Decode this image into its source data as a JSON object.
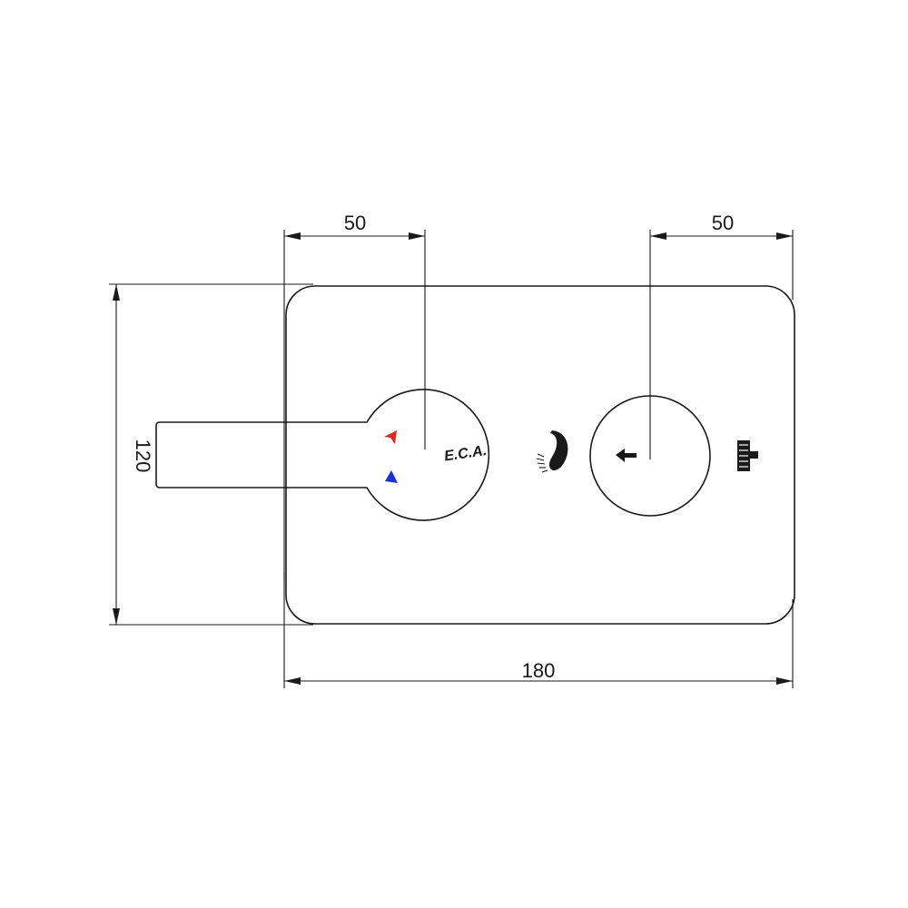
{
  "dimensions": {
    "top_left_offset": "50",
    "top_right_offset": "50",
    "height": "120",
    "width": "180"
  },
  "logo_text": "E.C.A.",
  "colors": {
    "line": "#1a1a1a",
    "hot_indicator": "#d62b1f",
    "cold_indicator": "#1f2fd6",
    "background": "#ffffff"
  },
  "icons": {
    "hot_marker": "red-triangle-icon",
    "cold_marker": "blue-triangle-icon",
    "shower_head": "hand-shower-icon",
    "diverter_arrow": "left-arrow-icon",
    "overhead_shower": "overhead-shower-icon"
  }
}
